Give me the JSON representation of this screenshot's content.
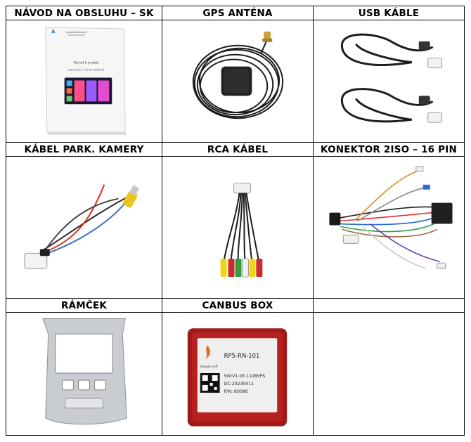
{
  "cells": [
    {
      "title": "NÁVOD NA OBSLUHU – SK",
      "manual_title": "Návod k použití",
      "manual_sub": "Autorádio 7010B Android"
    },
    {
      "title": "GPS ANTÉNA"
    },
    {
      "title": "USB KÁBLE"
    },
    {
      "title": "KÁBEL PARK. KAMERY"
    },
    {
      "title": "RCA KÁBEL"
    },
    {
      "title": "KONEKTOR 2ISO – 16 PIN"
    },
    {
      "title": "RÁMČEK"
    },
    {
      "title": "CANBUS BOX",
      "box_model": "RP5-RN-101",
      "box_sw": "SW:V1.03.110BYPS",
      "box_dc": "DC:20230411",
      "box_pn": "P/N: K0090",
      "box_brand": "Simple soft"
    },
    {
      "title": ""
    }
  ]
}
